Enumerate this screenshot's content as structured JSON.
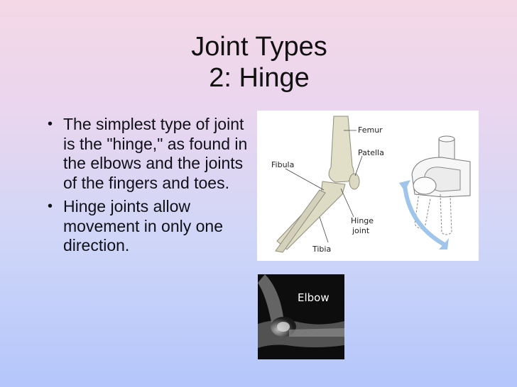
{
  "slide": {
    "title_line1": "Joint Types",
    "title_line2": "2:  Hinge"
  },
  "bullets": [
    "The simplest type of joint is the \"hinge,\" as found in the elbows and the joints of the fingers and toes.",
    "Hinge joints allow movement in only one direction."
  ],
  "diagram": {
    "labels": {
      "femur": "Femur",
      "patella": "Patella",
      "fibula": "Fibula",
      "hinge_line1": "Hinge",
      "hinge_line2": "joint",
      "tibia": "Tibia"
    }
  },
  "xray": {
    "label": "Elbow"
  },
  "colors": {
    "bone": "#e2dfc9",
    "hinge_arrow": "#9fc6ea"
  }
}
